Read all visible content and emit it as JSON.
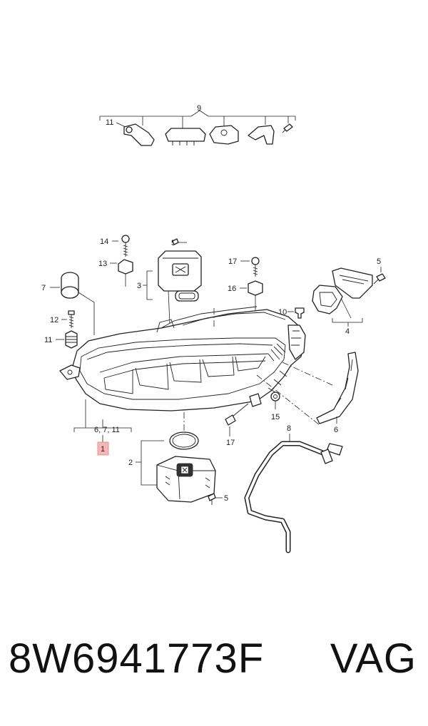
{
  "callouts": {
    "c9": "9",
    "c11a": "11",
    "c14": "14",
    "c5a": "5",
    "c13": "13",
    "c3": "3",
    "c17a": "17",
    "c5b": "5",
    "c16": "16",
    "c7": "7",
    "c10": "10",
    "c12": "12",
    "c4": "4",
    "c11b": "11",
    "c15": "15",
    "c8": "8",
    "c17b": "17",
    "c6": "6",
    "c671": "6, 7, 11",
    "c1": "1",
    "c2": "2",
    "c5c": "5"
  },
  "part_number": "8W6941773F",
  "brand": "VAG",
  "colors": {
    "highlight_box": "#f4b6b6",
    "line": "#222222"
  }
}
